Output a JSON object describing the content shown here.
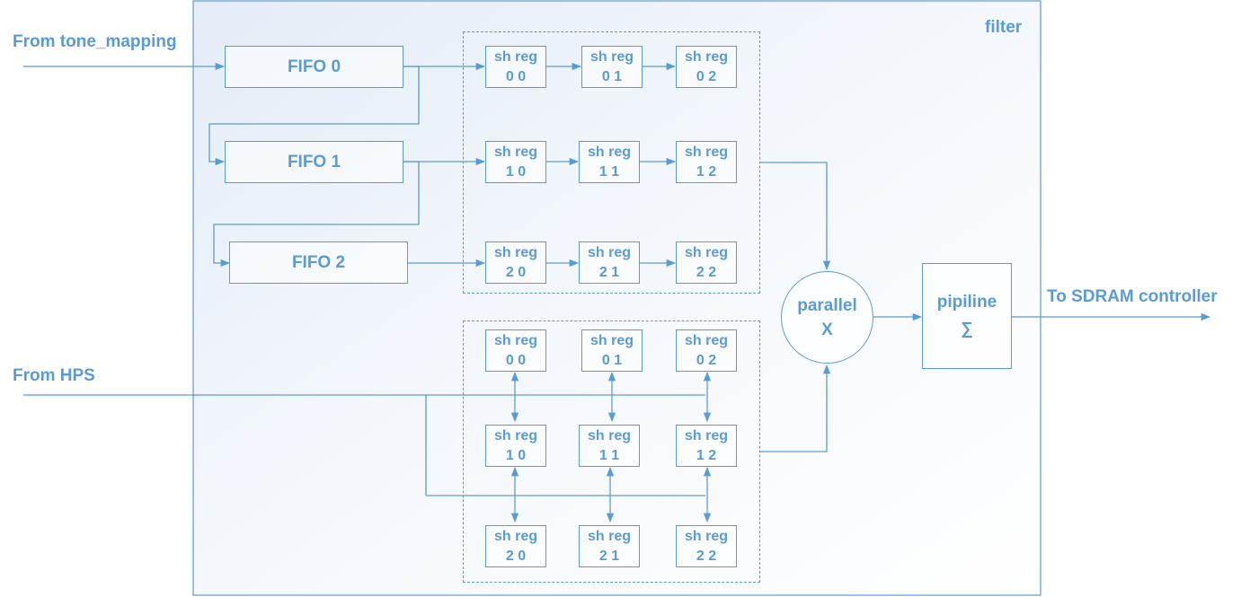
{
  "labels": {
    "filter": "filter",
    "from_tone_mapping": "From tone_mapping",
    "from_hps": "From HPS",
    "to_sdram": "To SDRAM controller"
  },
  "fifos": [
    "FIFO 0",
    "FIFO 1",
    "FIFO 2"
  ],
  "shift_group_top": [
    [
      {
        "top": "sh reg",
        "bottom": "0 0"
      },
      {
        "top": "sh reg",
        "bottom": "0 1"
      },
      {
        "top": "sh reg",
        "bottom": "0 2"
      }
    ],
    [
      {
        "top": "sh reg",
        "bottom": "1 0"
      },
      {
        "top": "sh reg",
        "bottom": "1 1"
      },
      {
        "top": "sh reg",
        "bottom": "1 2"
      }
    ],
    [
      {
        "top": "sh reg",
        "bottom": "2 0"
      },
      {
        "top": "sh reg",
        "bottom": "2 1"
      },
      {
        "top": "sh reg",
        "bottom": "2 2"
      }
    ]
  ],
  "shift_group_bottom": [
    [
      {
        "top": "sh reg",
        "bottom": "0 0"
      },
      {
        "top": "sh reg",
        "bottom": "0 1"
      },
      {
        "top": "sh reg",
        "bottom": "0 2"
      }
    ],
    [
      {
        "top": "sh reg",
        "bottom": "1 0"
      },
      {
        "top": "sh reg",
        "bottom": "1 1"
      },
      {
        "top": "sh reg",
        "bottom": "1 2"
      }
    ],
    [
      {
        "top": "sh reg",
        "bottom": "2 0"
      },
      {
        "top": "sh reg",
        "bottom": "2 1"
      },
      {
        "top": "sh reg",
        "bottom": "2 2"
      }
    ]
  ],
  "multiplier": {
    "line1": "parallel",
    "line2": "X"
  },
  "accumulator": {
    "line1": "pipiline",
    "line2": "∑"
  },
  "colors": {
    "stroke": "#5b9bd5",
    "text": "#5b9bd5",
    "panel_tint": "#e4ecf7"
  }
}
